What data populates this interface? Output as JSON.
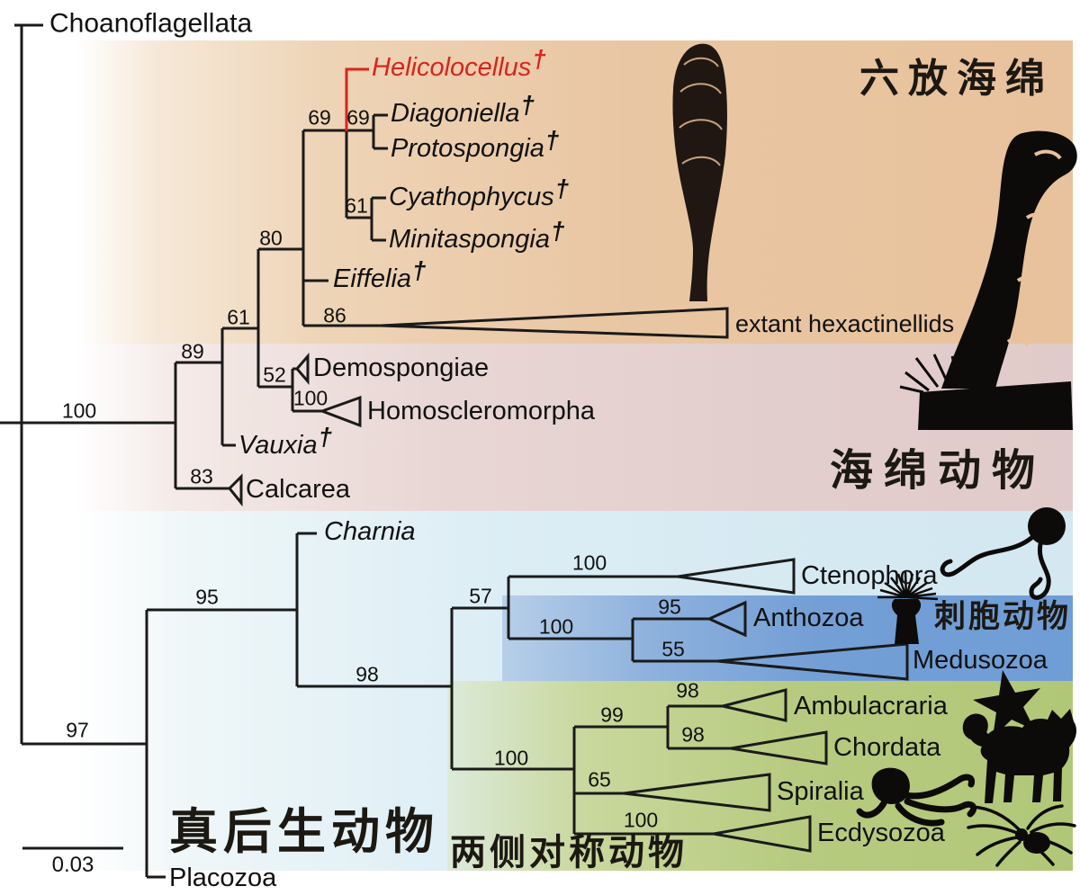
{
  "figure_type": "phylogenetic-tree",
  "outgroup": {
    "label": "Choanoflagellata"
  },
  "taxa": {
    "helicolocellus": {
      "label": "Helicolocellus",
      "dagger": "†",
      "highlight_color": "#d9251c"
    },
    "diagoniella": {
      "label": "Diagoniella",
      "dagger": "†"
    },
    "protospongia": {
      "label": "Protospongia",
      "dagger": "†"
    },
    "cyathophycus": {
      "label": "Cyathophycus",
      "dagger": "†"
    },
    "minitaspongia": {
      "label": "Minitaspongia",
      "dagger": "†"
    },
    "eiffelia": {
      "label": "Eiffelia",
      "dagger": "†"
    },
    "extant_hexactinellids": {
      "label": "extant hexactinellids"
    },
    "demospongiae": {
      "label": "Demospongiae"
    },
    "homoscleromorpha": {
      "label": "Homoscleromorpha"
    },
    "vauxia": {
      "label": "Vauxia",
      "dagger": "†"
    },
    "calcarea": {
      "label": "Calcarea"
    },
    "charnia": {
      "label": "Charnia"
    },
    "ctenophora": {
      "label": "Ctenophora"
    },
    "anthozoa": {
      "label": "Anthozoa"
    },
    "medusozoa": {
      "label": "Medusozoa"
    },
    "ambulacraria": {
      "label": "Ambulacraria"
    },
    "chordata": {
      "label": "Chordata"
    },
    "spiralia": {
      "label": "Spiralia"
    },
    "ecdysozoa": {
      "label": "Ecdysozoa"
    },
    "placozoa": {
      "label": "Placozoa"
    }
  },
  "supports": {
    "porifera": "100",
    "s97": "97",
    "s89": "89",
    "s83": "83",
    "s61_deep": "61",
    "s80": "80",
    "s52": "52",
    "s100_homoscleromorpha": "100",
    "s69_left": "69",
    "s69_right": "69",
    "s61_fossil": "61",
    "s86": "86",
    "s95_eumetazoa": "95",
    "s98_eumetazoa": "98",
    "s57": "57",
    "s100_ctenophora": "100",
    "s100_cnidaria": "100",
    "s95_anthozoa": "95",
    "s55": "55",
    "s100_bilateria": "100",
    "s99": "99",
    "s98_ambulacraria": "98",
    "s98_chordata": "98",
    "s65": "65",
    "s100_ecdysozoa": "100"
  },
  "annotations": {
    "hexactinellida_cn": "六放海绵",
    "porifera_cn": "海绵动物",
    "cnidaria_cn": "刺胞动物",
    "eumetazoa_cn": "真后生动物",
    "bilateria_cn": "两侧对称动物",
    "scale_bar_value": "0.03"
  },
  "colors": {
    "highlight_red": "#d9251c",
    "branch_black": "#1a1a1a",
    "hexactinellid_box": "#e8c29c",
    "porifera_box": "#e2cecd",
    "eumetazoa_box": "#d5e9f2",
    "cnidaria_box": "#6f9dd5",
    "bilateria_box": "#b1c778"
  },
  "icons": [
    "club-sponge-silhouette",
    "trumpet-sponge-silhouette",
    "ctenophore-silhouette",
    "sea-anemone-silhouette",
    "starfish-silhouette",
    "dog-silhouette",
    "octopus-silhouette",
    "spider-silhouette"
  ],
  "topology": {
    "children": [
      {
        "leaf": "Choanoflagellata"
      },
      {
        "support": "100",
        "clade": "Porifera",
        "children": [
          {
            "support": "89",
            "children": [
              {
                "support": "61",
                "children": [
                  {
                    "support": "80",
                    "children": [
                      {
                        "support": "69",
                        "children": [
                          {
                            "leaf": "Helicolocellus†",
                            "highlighted": true
                          },
                          {
                            "support": "69",
                            "children": [
                              {
                                "leaf": "Diagoniella†"
                              },
                              {
                                "leaf": "Protospongia†"
                              }
                            ]
                          },
                          {
                            "support": "61",
                            "children": [
                              {
                                "leaf": "Cyathophycus†"
                              },
                              {
                                "leaf": "Minitaspongia†"
                              }
                            ]
                          }
                        ]
                      },
                      {
                        "leaf": "Eiffelia†"
                      },
                      {
                        "support": "86",
                        "leaf": "extant hexactinellids",
                        "collapsed": true
                      }
                    ]
                  },
                  {
                    "support": "52",
                    "children": [
                      {
                        "leaf": "Demospongiae",
                        "collapsed": true
                      },
                      {
                        "support": "100",
                        "leaf": "Homoscleromorpha",
                        "collapsed": true
                      }
                    ]
                  }
                ]
              },
              {
                "leaf": "Vauxia†"
              }
            ]
          },
          {
            "support": "83",
            "leaf": "Calcarea",
            "collapsed": true
          }
        ]
      },
      {
        "support": "97",
        "children": [
          {
            "support": "95",
            "children": [
              {
                "leaf": "Charnia"
              },
              {
                "support": "98",
                "clade": "Eumetazoa",
                "children": [
                  {
                    "support": "57",
                    "children": [
                      {
                        "support": "100",
                        "leaf": "Ctenophora",
                        "collapsed": true
                      },
                      {
                        "support": "100",
                        "clade": "Cnidaria",
                        "children": [
                          {
                            "support": "95",
                            "leaf": "Anthozoa",
                            "collapsed": true
                          },
                          {
                            "support": "55",
                            "leaf": "Medusozoa",
                            "collapsed": true
                          }
                        ]
                      }
                    ]
                  },
                  {
                    "support": "100",
                    "clade": "Bilateria",
                    "children": [
                      {
                        "support": "99",
                        "children": [
                          {
                            "support": "98",
                            "leaf": "Ambulacraria",
                            "collapsed": true
                          },
                          {
                            "support": "98",
                            "leaf": "Chordata",
                            "collapsed": true
                          }
                        ]
                      },
                      {
                        "support": "65",
                        "leaf": "Spiralia",
                        "collapsed": true
                      },
                      {
                        "support": "100",
                        "leaf": "Ecdysozoa",
                        "collapsed": true
                      }
                    ]
                  }
                ]
              }
            ]
          },
          {
            "leaf": "Placozoa"
          }
        ]
      }
    ]
  }
}
